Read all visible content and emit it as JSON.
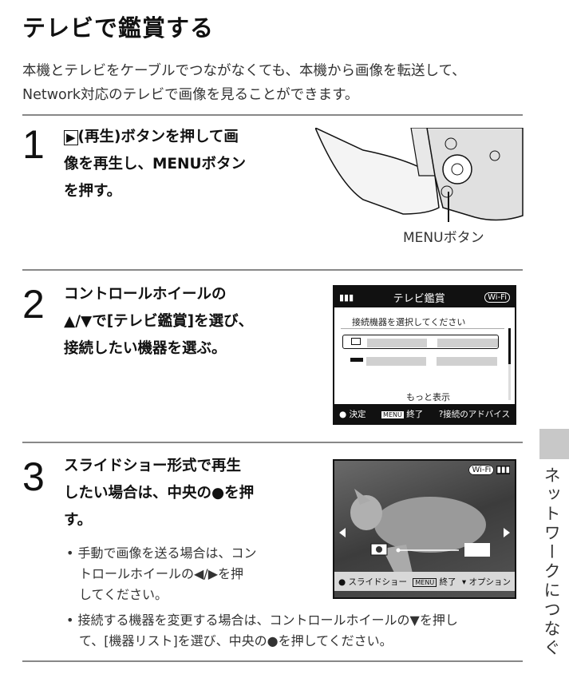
{
  "title": "テレビで鑑賞する",
  "intro": [
    "本機とテレビをケーブルでつながなくても、本機から画像を転送して、",
    "Network対応のテレビで画像を見ることができます。"
  ],
  "steps": [
    {
      "number": "1",
      "key_icon": "▶",
      "lines": [
        "(再生)ボタンを押して画",
        "像を再生し、MENUボタン",
        "を押す。"
      ],
      "caption": "MENUボタン"
    },
    {
      "number": "2",
      "lines": [
        "コントロールホイールの",
        "▲/▼で[テレビ鑑賞]を選び、",
        "接続したい機器を選ぶ。"
      ],
      "screen": {
        "title": "テレビ鑑賞",
        "wifi": "Wi-Fi",
        "prompt": "接続機器を選択してください",
        "more": "もっと表示",
        "footer": [
          "● 決定",
          "MENU",
          "終了",
          "?接続のアドバイス"
        ]
      }
    },
    {
      "number": "3",
      "lines": [
        "スライドショー形式で再生",
        "したい場合は、中央の●を押",
        "す。"
      ],
      "bullets": [
        [
          "手動で画像を送る場合は、コン",
          "トロールホイールの◀/▶を押",
          "してください。"
        ],
        [
          "接続する機器を変更する場合は、コントロールホイールの▼を押し",
          "て、[機器リスト]を選び、中央の●を押してください。"
        ]
      ],
      "screen": {
        "wifi": "Wi-Fi",
        "footer": [
          "● スライドショー",
          "MENU",
          "終了",
          "▾ オプション"
        ]
      }
    }
  ],
  "side_tab": "ネットワークにつなぐ"
}
